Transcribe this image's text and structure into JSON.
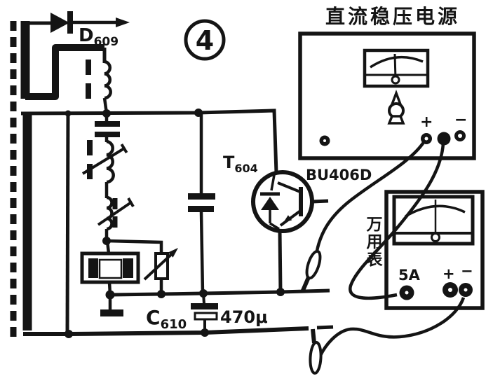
{
  "figure_number": "4",
  "schematic": {
    "diode_label": {
      "main": "D",
      "sub": "609"
    },
    "transistor_label": {
      "main": "T",
      "sub": "604"
    },
    "transistor_part": "BU406D",
    "capacitor_label": {
      "main": "C",
      "sub": "610"
    },
    "capacitor_value": "470μ"
  },
  "power_supply": {
    "title": "直流稳压电源",
    "plus_label": "+",
    "minus_label": "−"
  },
  "multimeter": {
    "label_chars": [
      "万",
      "用",
      "表"
    ],
    "range_label": "5A",
    "plus_label": "+",
    "minus_label": "−"
  },
  "colors": {
    "ink": "#141414",
    "paper": "#ffffff"
  }
}
